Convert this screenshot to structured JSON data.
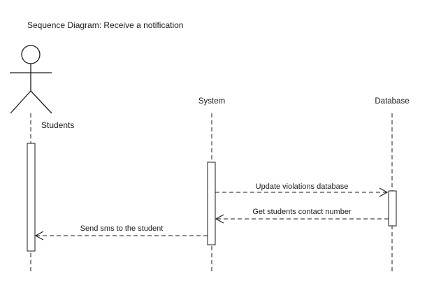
{
  "title": "Sequence Diagram: Receive a notification",
  "participants": [
    {
      "id": "students",
      "label": "Students",
      "kind": "actor"
    },
    {
      "id": "system",
      "label": "System",
      "kind": "object"
    },
    {
      "id": "database",
      "label": "Database",
      "kind": "object"
    }
  ],
  "messages": [
    {
      "from": "system",
      "to": "database",
      "label": "Update violations database",
      "style": "dashed"
    },
    {
      "from": "database",
      "to": "system",
      "label": "Get students contact number",
      "style": "dashed"
    },
    {
      "from": "system",
      "to": "students",
      "label": "Send sms to the student",
      "style": "dashed"
    }
  ],
  "colors": {
    "line": "#1a1a1a",
    "background": "#ffffff"
  }
}
